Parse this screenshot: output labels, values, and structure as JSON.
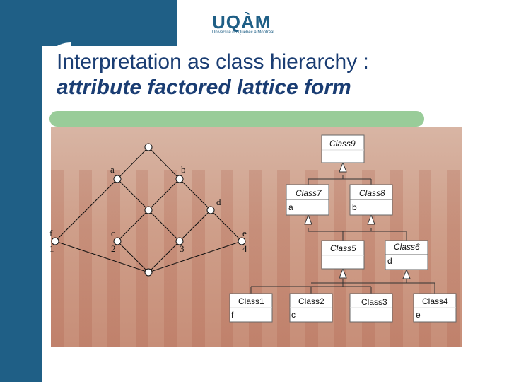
{
  "logo": {
    "word": "UQÀM",
    "subtitle": "Université du Québec à Montréal"
  },
  "title": {
    "line1": "Interpretation as class hierarchy :",
    "line2": "attribute factored lattice form"
  },
  "lattice": {
    "labels": [
      "a",
      "b",
      "d",
      "f",
      "c",
      "e",
      "1",
      "2",
      "3",
      "4"
    ]
  },
  "classes": {
    "class9": {
      "name": "Class9",
      "attr": ""
    },
    "class7": {
      "name": "Class7",
      "attr": "a"
    },
    "class8": {
      "name": "Class8",
      "attr": "b"
    },
    "class5": {
      "name": "Class5",
      "attr": ""
    },
    "class6": {
      "name": "Class6",
      "attr": "d"
    },
    "class1": {
      "name": "Class1",
      "attr": "f"
    },
    "class2": {
      "name": "Class2",
      "attr": "c"
    },
    "class3": {
      "name": "Class3",
      "attr": ""
    },
    "class4": {
      "name": "Class4",
      "attr": "e"
    }
  },
  "colors": {
    "band": "#1f5f86",
    "title": "#1a3d73",
    "bar": "#99cc99"
  }
}
